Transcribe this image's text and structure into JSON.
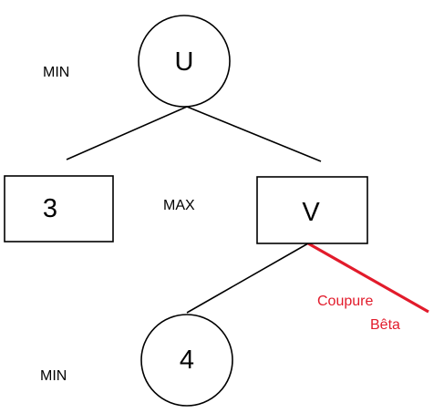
{
  "levels": {
    "top": "MIN",
    "middle": "MAX",
    "bottom": "MIN"
  },
  "nodes": {
    "root": "U",
    "left_leaf": "3",
    "right_child": "V",
    "bottom_leaf": "4"
  },
  "cut": {
    "line1": "Coupure",
    "line2": "Bêta",
    "color": "#e21b2b"
  },
  "colors": {
    "stroke": "#000000",
    "background": "#ffffff"
  }
}
